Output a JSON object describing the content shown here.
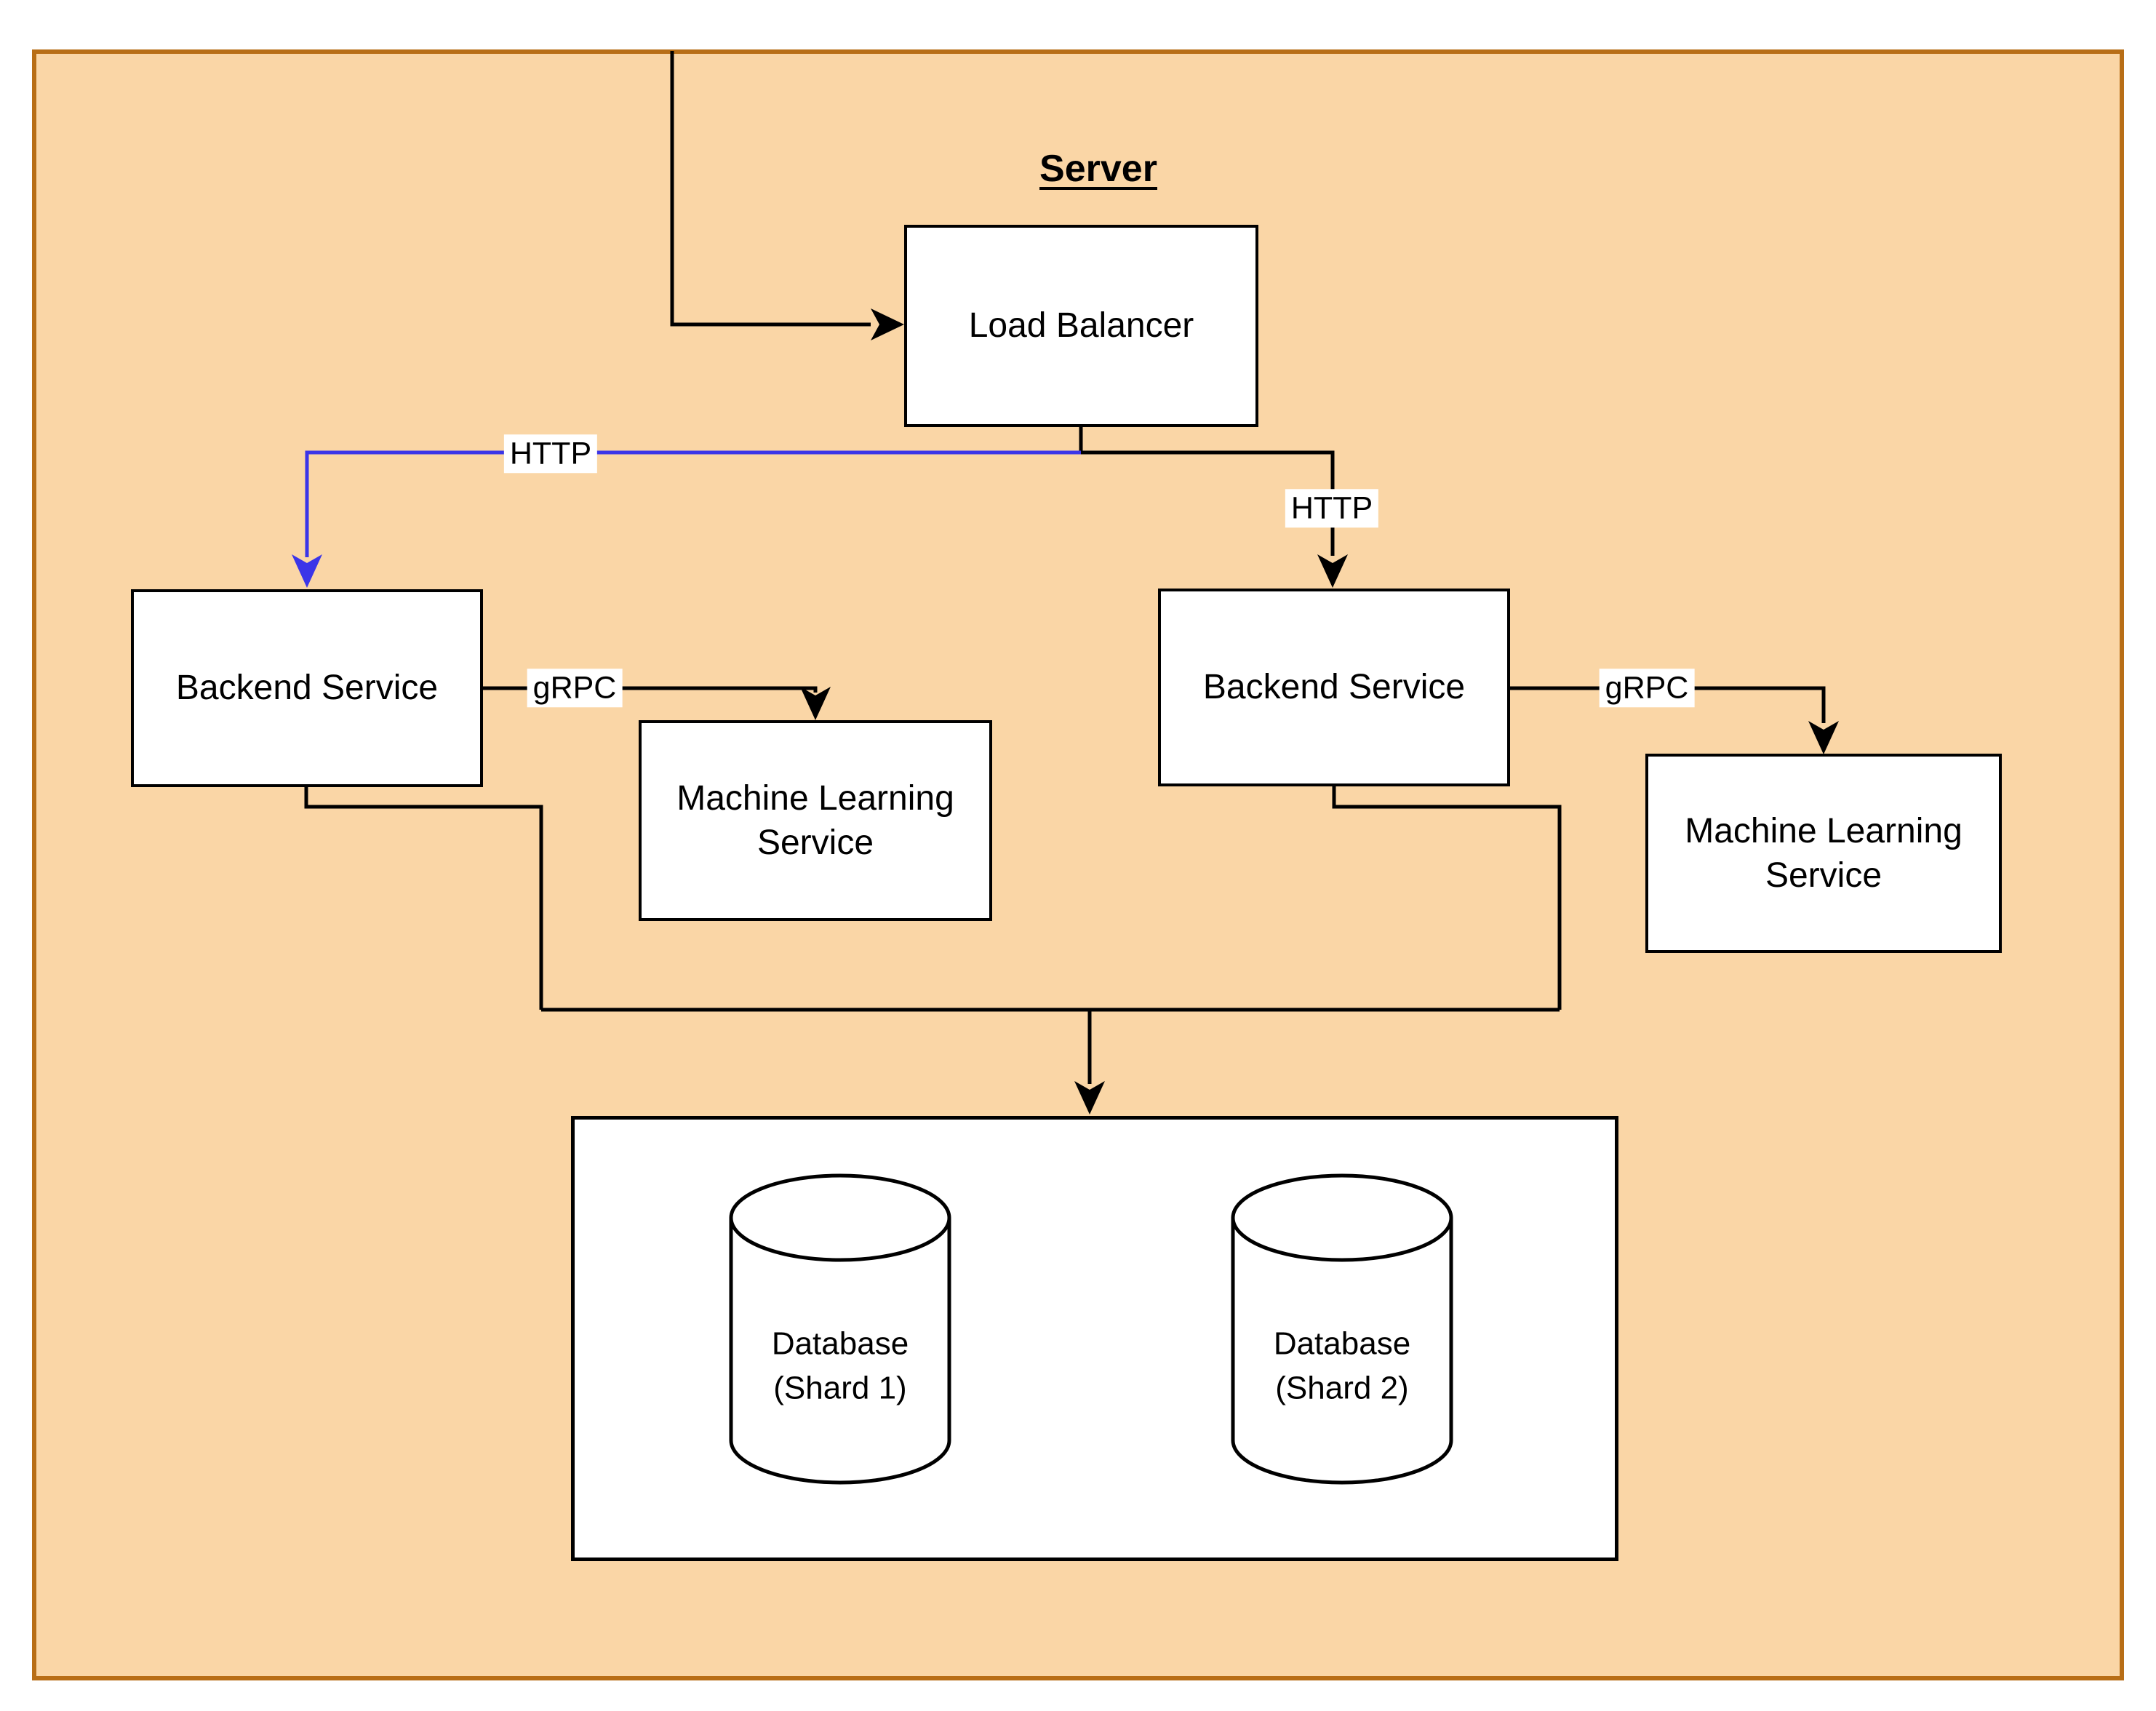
{
  "diagram": {
    "container_title": "Server",
    "nodes": {
      "load_balancer": {
        "label": "Load Balancer"
      },
      "backend_left": {
        "label": "Backend Service"
      },
      "backend_right": {
        "label": "Backend Service"
      },
      "ml_left": {
        "label": "Machine Learning Service"
      },
      "ml_right": {
        "label": "Machine Learning Service"
      },
      "db_shard1": {
        "label": "Database (Shard 1)"
      },
      "db_shard2": {
        "label": "Database (Shard 2)"
      }
    },
    "edge_labels": {
      "http_left": "HTTP",
      "http_right": "HTTP",
      "grpc_left": "gRPC",
      "grpc_right": "gRPC"
    },
    "colors": {
      "container_fill": "#FAD6A6",
      "container_border": "#B86E16",
      "node_fill": "#FFFFFF",
      "node_border": "#000000",
      "edge": "#000000",
      "edge_http_blue": "#3B35E8",
      "label_bg": "#FFFFFF",
      "text": "#000000"
    }
  }
}
